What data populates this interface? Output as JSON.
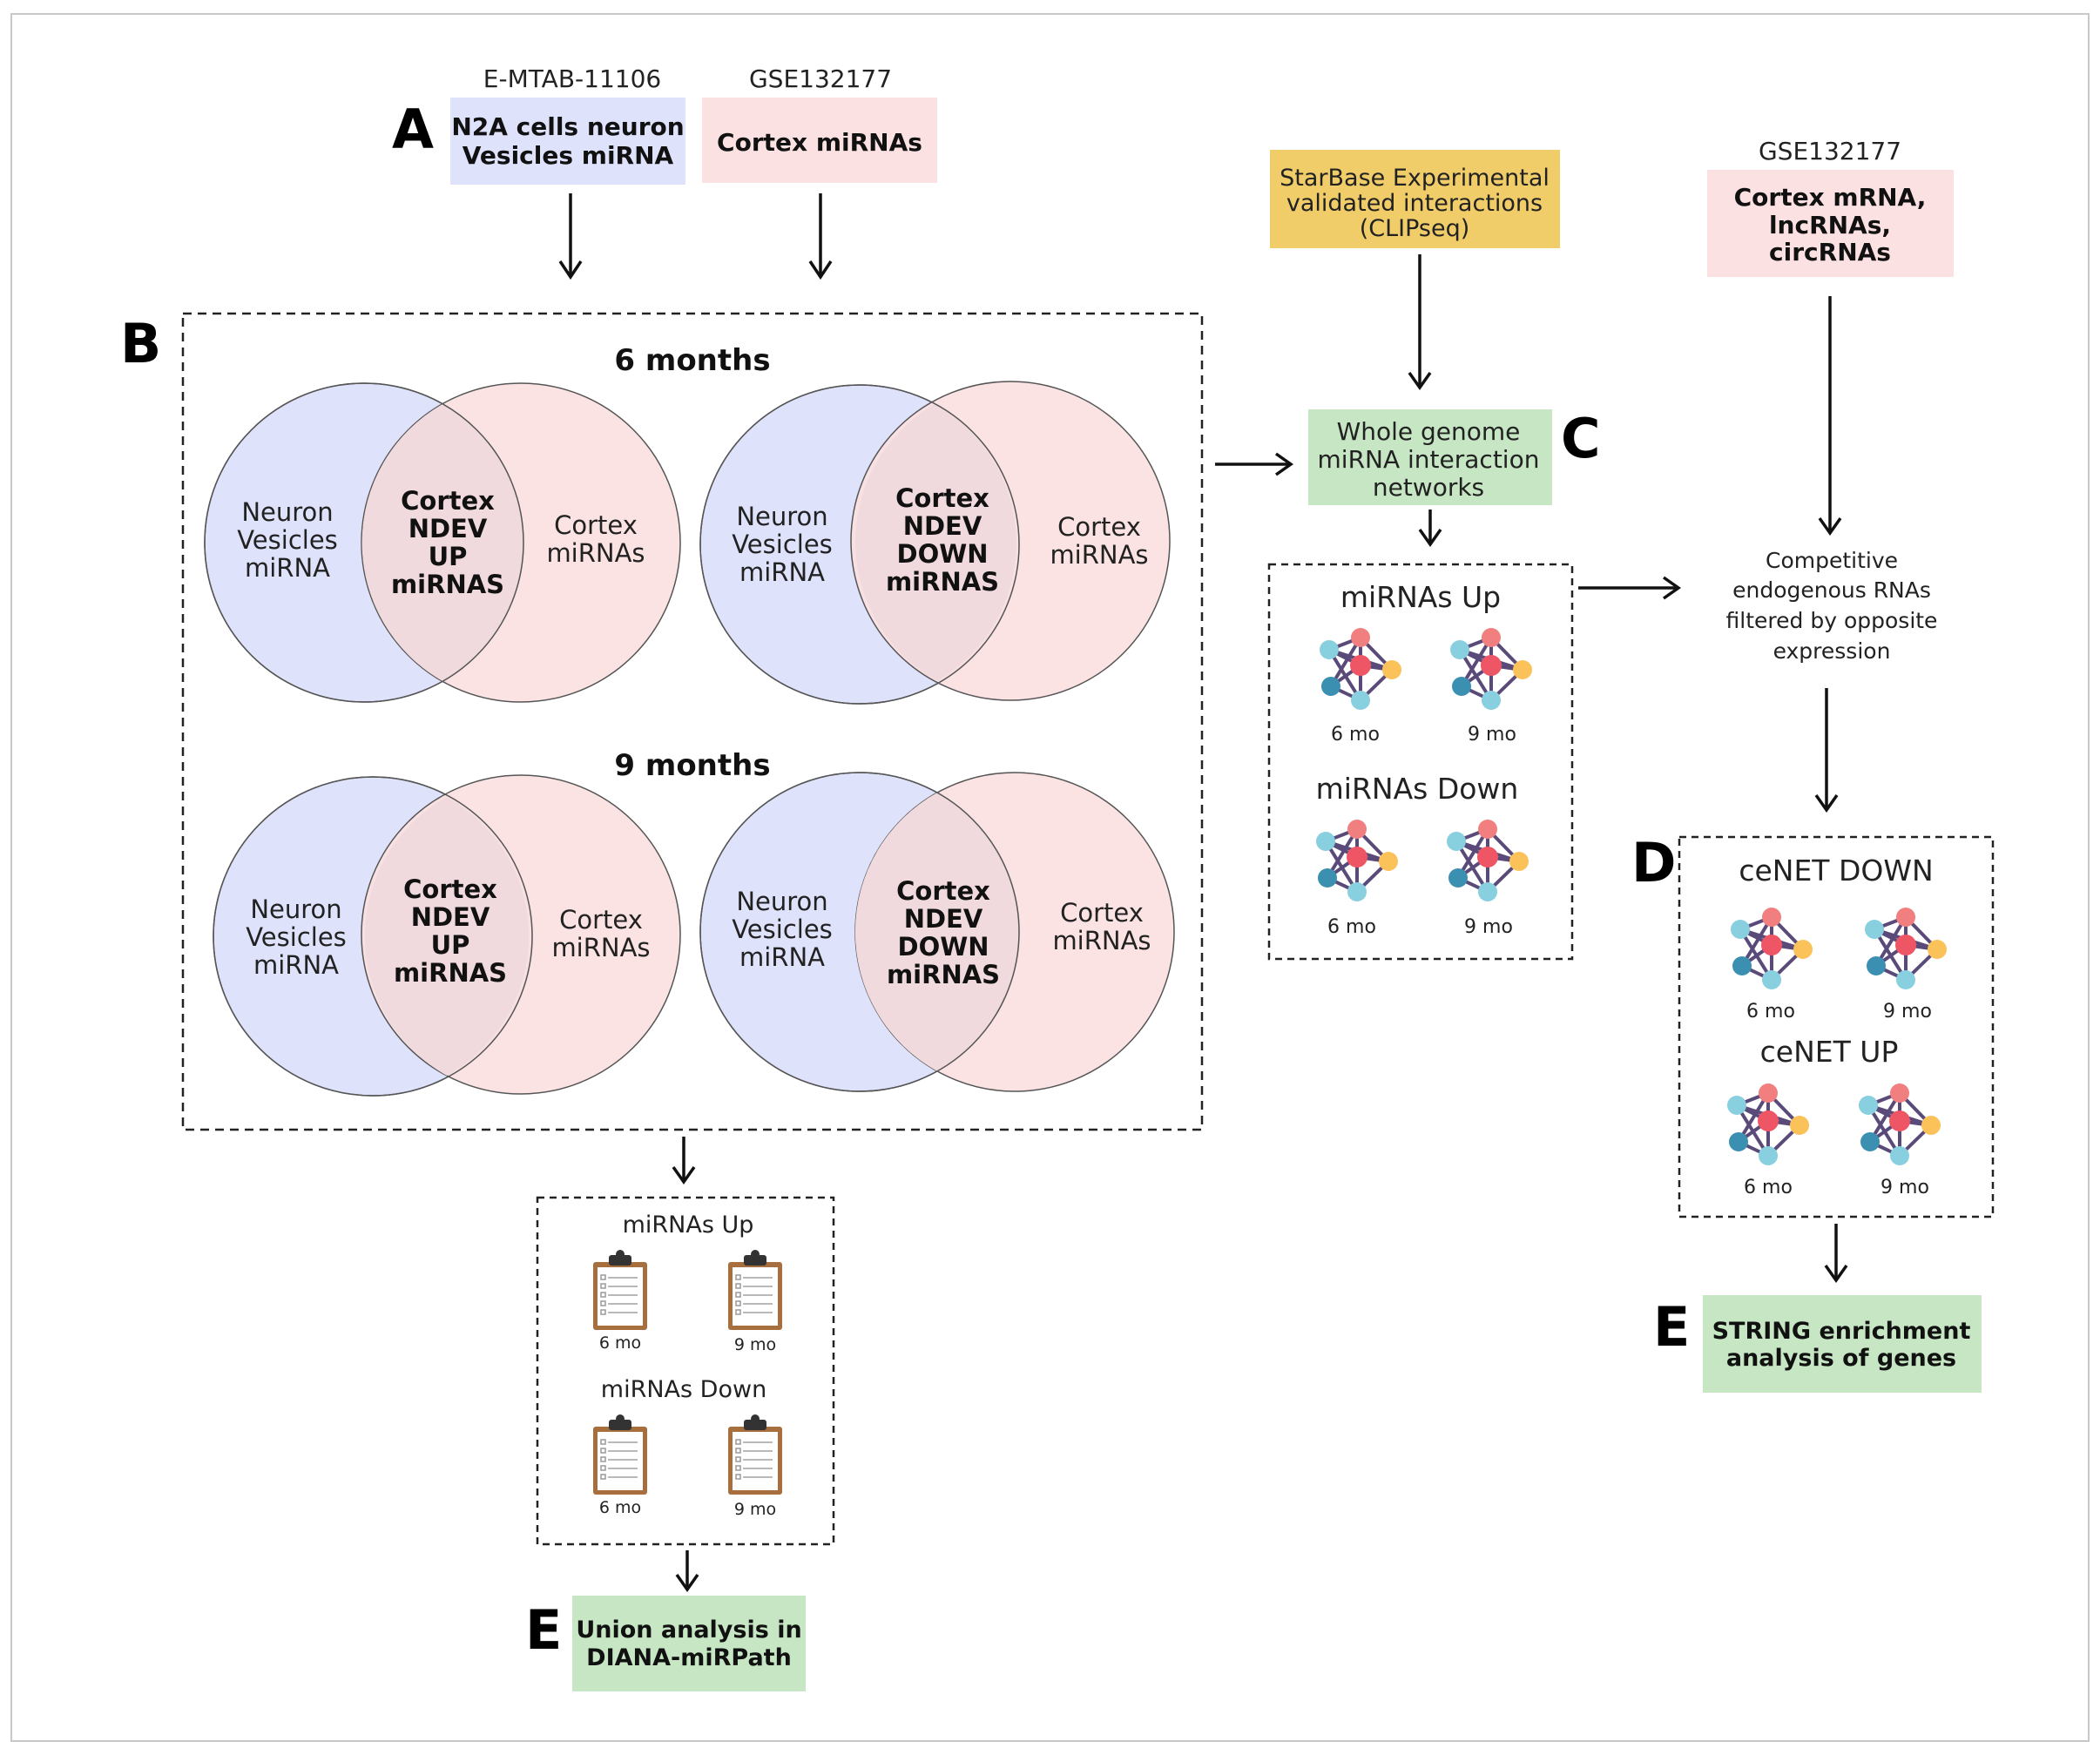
{
  "colors": {
    "blue_fill": "#dfe2fb",
    "pink_fill": "#fbe1e1",
    "green_fill": "#c6e6c4",
    "yellow_fill": "#f1cd6a",
    "overlap_fill": "#f0dadd",
    "clipboard_brown": "#a86f3e",
    "node_pink": "#f27f7f",
    "node_red": "#ee5565",
    "node_cyan": "#88d0e0",
    "node_teal": "#3b8fb0",
    "node_yellow": "#fbc25a"
  },
  "panel_a": {
    "letter": "A",
    "source1_label": "E-MTAB-11106",
    "source1_box": [
      "N2A cells neuron",
      "Vesicles miRNA"
    ],
    "source2_label": "GSE132177",
    "source2_box": "Cortex miRNAs"
  },
  "panel_b": {
    "letter": "B",
    "heading_6": "6 months",
    "heading_9": "9 months",
    "venns": [
      {
        "left": [
          "Neuron",
          "Vesicles",
          "miRNA"
        ],
        "center": [
          "Cortex",
          "NDEV",
          "UP",
          "miRNAS"
        ],
        "right": [
          "Cortex",
          "miRNAs"
        ]
      },
      {
        "left": [
          "Neuron",
          "Vesicles",
          "miRNA"
        ],
        "center": [
          "Cortex",
          "NDEV",
          "DOWN",
          "miRNAS"
        ],
        "right": [
          "Cortex",
          "miRNAs"
        ]
      },
      {
        "left": [
          "Neuron",
          "Vesicles",
          "miRNA"
        ],
        "center": [
          "Cortex",
          "NDEV",
          "UP",
          "miRNAS"
        ],
        "right": [
          "Cortex",
          "miRNAs"
        ]
      },
      {
        "left": [
          "Neuron",
          "Vesicles",
          "miRNA"
        ],
        "center": [
          "Cortex",
          "NDEV",
          "DOWN",
          "miRNAS"
        ],
        "right": [
          "Cortex",
          "miRNAs"
        ]
      }
    ]
  },
  "lists_box": {
    "up_title": "miRNAs Up",
    "down_title": "miRNAs Down",
    "label_6": "6 mo",
    "label_9": "9 mo"
  },
  "bottom_e": {
    "letter": "E",
    "box": [
      "Union analysis in",
      "DIANA-miRPath"
    ]
  },
  "starbase": {
    "box": [
      "StarBase Experimental",
      "validated interactions",
      "(CLIPseq)"
    ]
  },
  "panel_c": {
    "letter": "C",
    "box": [
      "Whole genome",
      "miRNA interaction",
      "networks"
    ],
    "up_title": "miRNAs Up",
    "down_title": "miRNAs Down",
    "label_6": "6 mo",
    "label_9": "9 mo"
  },
  "right_source": {
    "label": "GSE132177",
    "box": [
      "Cortex mRNA,",
      "lncRNAs,",
      "circRNAs"
    ]
  },
  "competitive": {
    "text": [
      "Competitive",
      "endogenous RNAs",
      "filtered by opposite",
      "expression"
    ]
  },
  "panel_d": {
    "letter": "D",
    "down_title": "ceNET DOWN",
    "up_title": "ceNET UP",
    "label_6": "6 mo",
    "label_9": "9 mo"
  },
  "right_e": {
    "letter": "E",
    "box": [
      "STRING enrichment",
      "analysis of genes"
    ]
  }
}
